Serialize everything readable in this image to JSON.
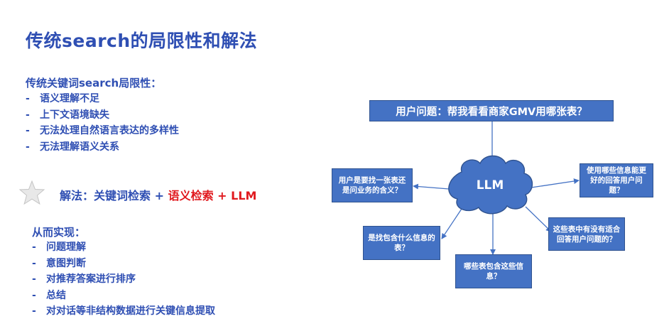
{
  "title": "传统search的局限性和解法",
  "limitations": {
    "heading": "传统关键词search局限性：",
    "items": [
      "语义理解不足",
      "上下文语境缺失",
      "无法处理自然语言表达的多样性",
      "无法理解语义关系"
    ]
  },
  "solution": {
    "label": "解法：关键词检索",
    "plus1": " + ",
    "semantic": "语义检索",
    "plus2": " + ",
    "llm": "LLM"
  },
  "achieve": {
    "heading": "从而实现：",
    "items": [
      "问题理解",
      "意图判断",
      "对推荐答案进行排序",
      "总结",
      "对对话等非结构数据进行关键信息提取"
    ]
  },
  "diagram": {
    "question": "用户问题：帮我看看商家GMV用哪张表？",
    "center": "LLM",
    "nodes": {
      "left": "用户是要找一张表还是问业务的含义？",
      "right": "使用哪些信息能更好的回答用户问题？",
      "bottom_left": "是找包含什么信息的表？",
      "bottom": "哪些表包含这些信息？",
      "bottom_right": "这些表中有没有适合回答用户问题的？"
    }
  },
  "colors": {
    "title": "#2f4fb3",
    "accent_red": "#e0191e",
    "node_fill": "#4472c4",
    "node_border": "#2f528f",
    "arrow": "#4472c4"
  }
}
